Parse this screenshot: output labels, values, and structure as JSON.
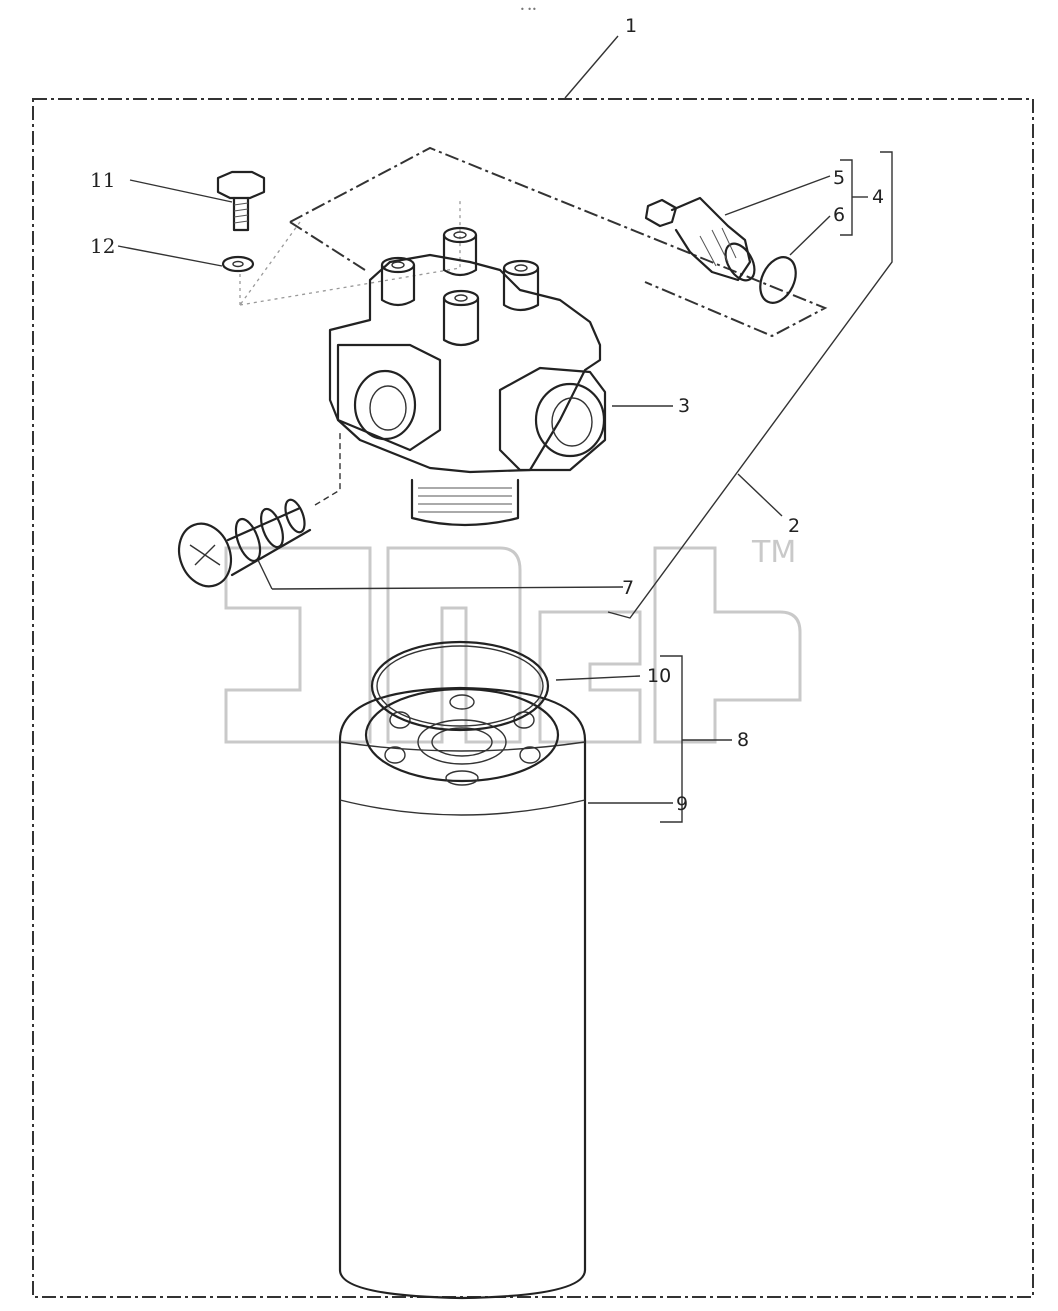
{
  "labels": {
    "l1": "1",
    "l2": "2",
    "l3": "3",
    "l4": "4",
    "l5": "5",
    "l6": "6",
    "l7": "7",
    "l8": "8",
    "l9": "9",
    "l10": "10",
    "l11": "11",
    "l12": "12"
  },
  "watermark": {
    "trademark": "TM"
  }
}
